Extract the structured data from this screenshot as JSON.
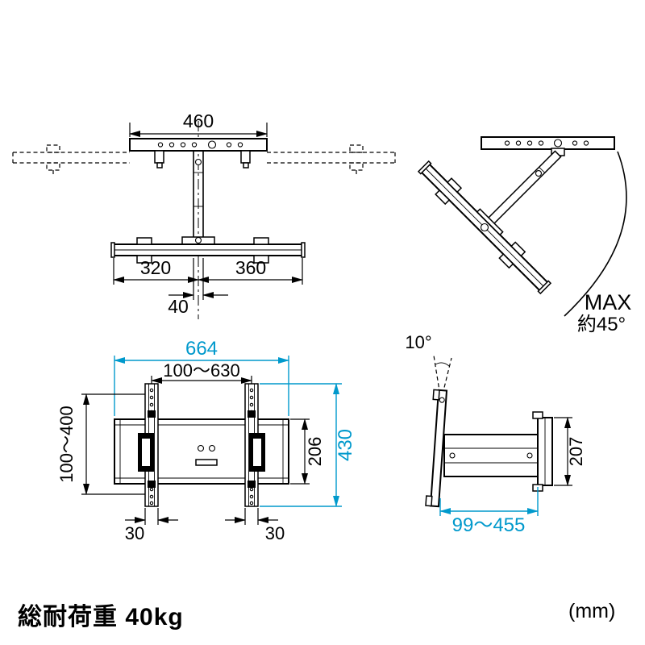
{
  "colors": {
    "line": "#000000",
    "accent": "#0099cc",
    "background": "#ffffff"
  },
  "views": {
    "top_plan": {
      "dims": {
        "width_460": "460",
        "left_320": "320",
        "right_360": "360",
        "arm_40": "40"
      }
    },
    "top_swivel": {
      "max_label": "MAX",
      "angle_label": "約45°"
    },
    "front": {
      "dims": {
        "total_width_664": "664",
        "vesa_width_range": "100〜630",
        "vesa_height_range": "100〜400",
        "plate_height_206": "206",
        "total_height_430": "430",
        "rail_width_left_30": "30",
        "rail_width_right_30": "30"
      }
    },
    "side": {
      "dims": {
        "tilt_angle": "10°",
        "bracket_height_207": "207",
        "extension_range": "99〜455"
      }
    }
  },
  "footer": {
    "load_capacity": "総耐荷重 40kg",
    "unit": "(mm)"
  }
}
